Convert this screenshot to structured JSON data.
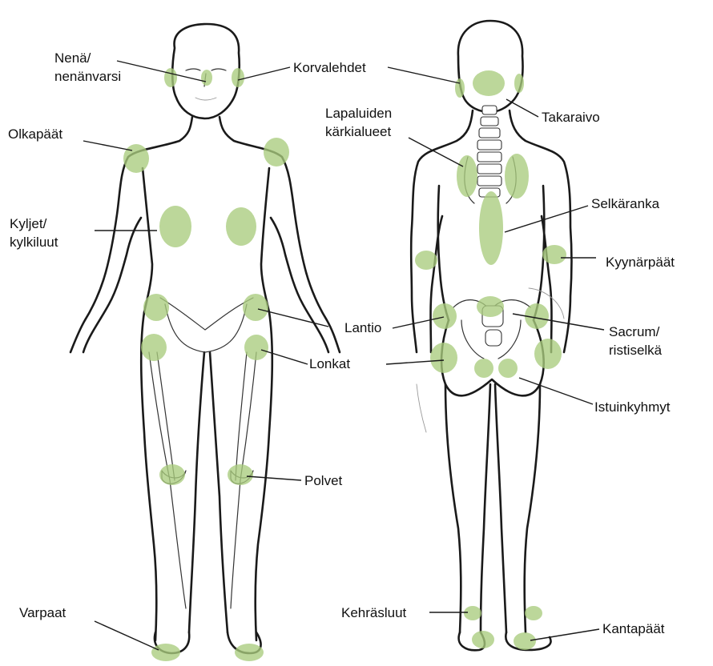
{
  "labels": {
    "nose_1": "Nenä/",
    "nose_2": "nenänvarsi",
    "ears": "Korvalehdet",
    "shoulders": "Olkapäät",
    "scapula_1": "Lapaluiden",
    "scapula_2": "kärkialueet",
    "occiput": "Takaraivo",
    "ribs_1": "Kyljet/",
    "ribs_2": "kylkiluut",
    "spine": "Selkäranka",
    "elbows": "Kyynärpäät",
    "pelvis": "Lantio",
    "sacrum_1": "Sacrum/",
    "sacrum_2": "ristiselkä",
    "hips": "Lonkat",
    "ischial": "Istuinkyhmyt",
    "knees": "Polvet",
    "toes": "Varpaat",
    "ankles": "Kehräsluut",
    "heels": "Kantapäät"
  },
  "colors": {
    "spot": "#a9cc7e",
    "outline": "#1a1a1a",
    "background": "#ffffff"
  }
}
